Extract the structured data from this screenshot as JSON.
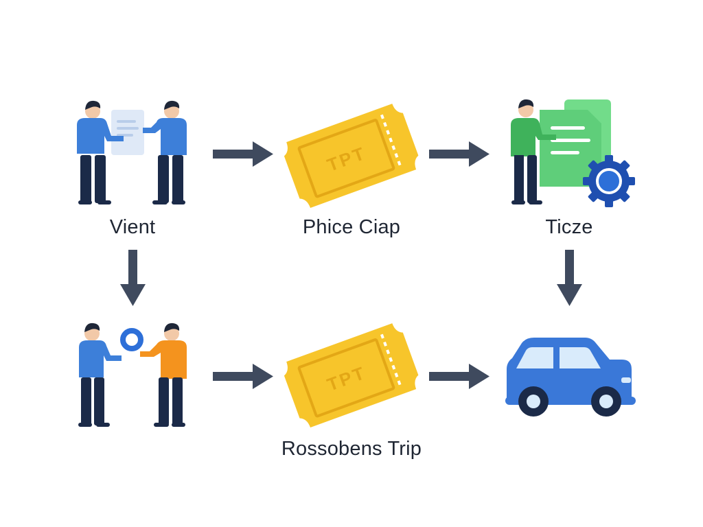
{
  "colors": {
    "arrow": "#3f4a5e",
    "person_blue": "#3d7fd9",
    "person_dark": "#1b2a48",
    "skin_hair": "#1f2738",
    "person_green": "#3fb25b",
    "person_orange": "#f4931e",
    "ticket": "#f7c52b",
    "ticket_shade": "#e3a716",
    "document_green": "#5fce7a",
    "gear_blue": "#2d6fd8",
    "car_blue": "#3a78d8",
    "car_window": "#d9ebfb",
    "text": "#1f2633"
  },
  "diagram": {
    "nodes": {
      "handshake": {
        "label": "Vient",
        "icon": "two-people-document-icon"
      },
      "ticket_top": {
        "label": "Phice Ciap",
        "ticket_text": "TPT",
        "icon": "ticket-icon"
      },
      "clerk": {
        "label": "Ticze",
        "icon": "person-document-gear-icon"
      },
      "exchange": {
        "label": "",
        "icon": "two-people-exchange-icon"
      },
      "ticket_bottom": {
        "label": "Rossobens Trip",
        "ticket_text": "TPT",
        "icon": "ticket-icon"
      },
      "car": {
        "label": "",
        "icon": "car-icon"
      }
    }
  }
}
